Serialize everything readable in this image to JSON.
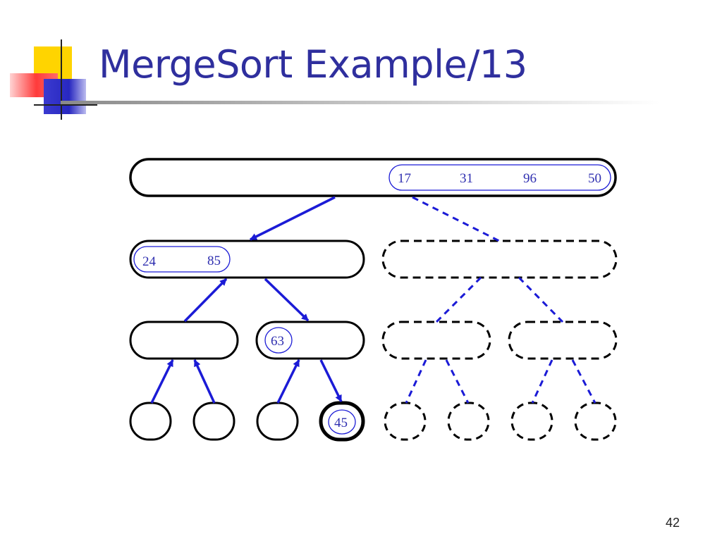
{
  "slide": {
    "title": "MergeSort Example/13",
    "page_number": "42"
  },
  "tree": {
    "level0": {
      "values": [
        "17",
        "31",
        "96",
        "50"
      ]
    },
    "level1_left": {
      "values": [
        "24",
        "85"
      ]
    },
    "level2_b": {
      "value": "63"
    },
    "leaf_d": {
      "value": "45"
    }
  },
  "colors": {
    "title": "#2f2f9e",
    "arrow": "#1b1bd6",
    "outline": "#000000",
    "number": "#2f2fb0"
  }
}
